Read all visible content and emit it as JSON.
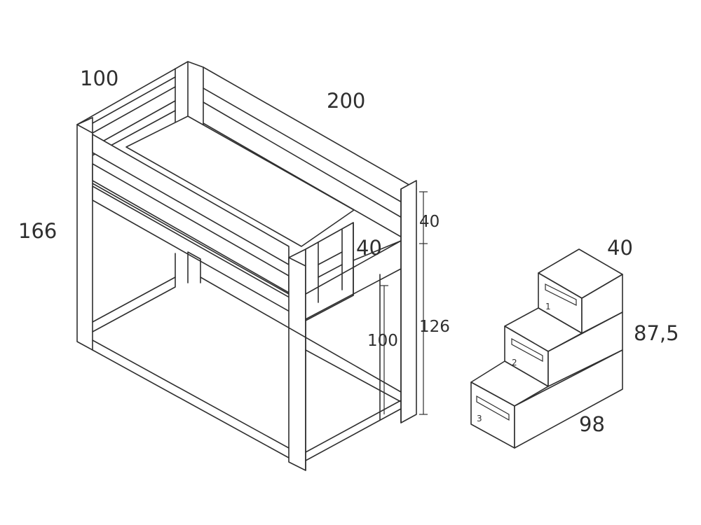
{
  "bed": {
    "dims": {
      "depth": "100",
      "length": "200",
      "total_height": "166",
      "rail_height": "40",
      "rail_width": "40",
      "lower_height": "126",
      "inner_height": "100"
    }
  },
  "steps": {
    "dims": {
      "depth": "40",
      "height": "87,5",
      "width": "98"
    },
    "drawers": [
      "1",
      "2",
      "3"
    ]
  }
}
